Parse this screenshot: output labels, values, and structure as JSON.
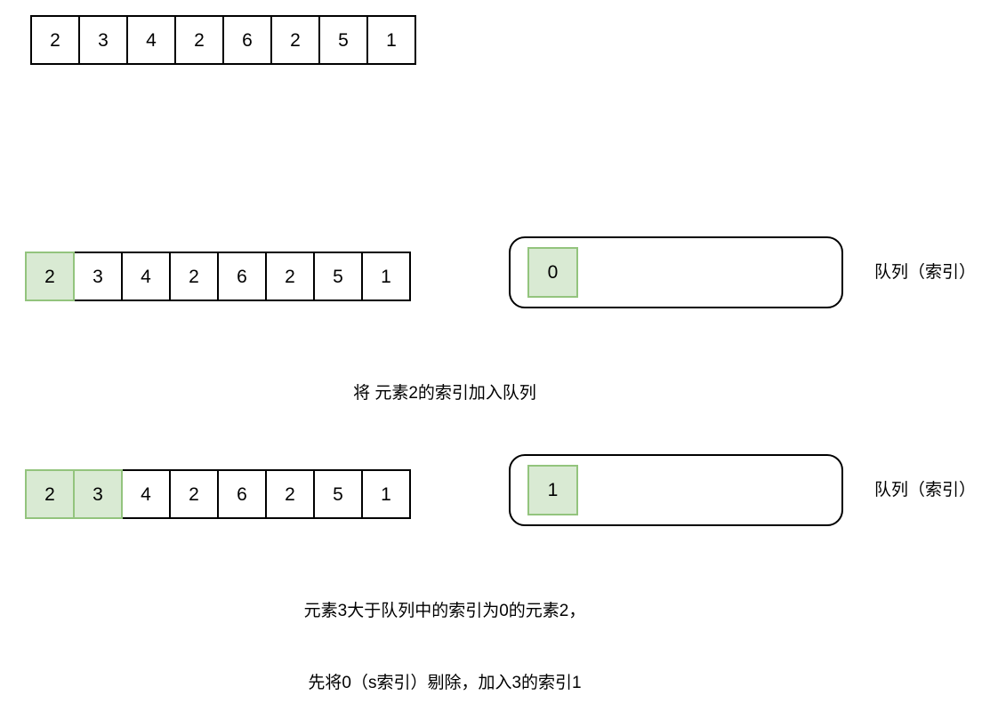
{
  "colors": {
    "highlight_fill": "#d9ead3",
    "highlight_border": "#93c47d",
    "stroke": "#000000",
    "background": "#ffffff"
  },
  "rows": [
    {
      "id": "initial-array",
      "values": [
        "2",
        "3",
        "4",
        "2",
        "6",
        "2",
        "5",
        "1"
      ],
      "highlighted": []
    },
    {
      "id": "step1-array",
      "values": [
        "2",
        "3",
        "4",
        "2",
        "6",
        "2",
        "5",
        "1"
      ],
      "highlighted": [
        0
      ]
    },
    {
      "id": "step2-array",
      "values": [
        "2",
        "3",
        "4",
        "2",
        "6",
        "2",
        "5",
        "1"
      ],
      "highlighted": [
        0,
        1
      ]
    }
  ],
  "queues": [
    {
      "id": "queue-step1",
      "label": "队列（索引）",
      "items": [
        "0"
      ]
    },
    {
      "id": "queue-step2",
      "label": "队列（索引）",
      "items": [
        "1"
      ]
    }
  ],
  "captions": {
    "step1": "将 元素2的索引加入队列",
    "step2_line1": "元素3大于队列中的索引为0的元素2，",
    "step2_line2": "先将0（s索引）剔除，加入3的索引1"
  }
}
